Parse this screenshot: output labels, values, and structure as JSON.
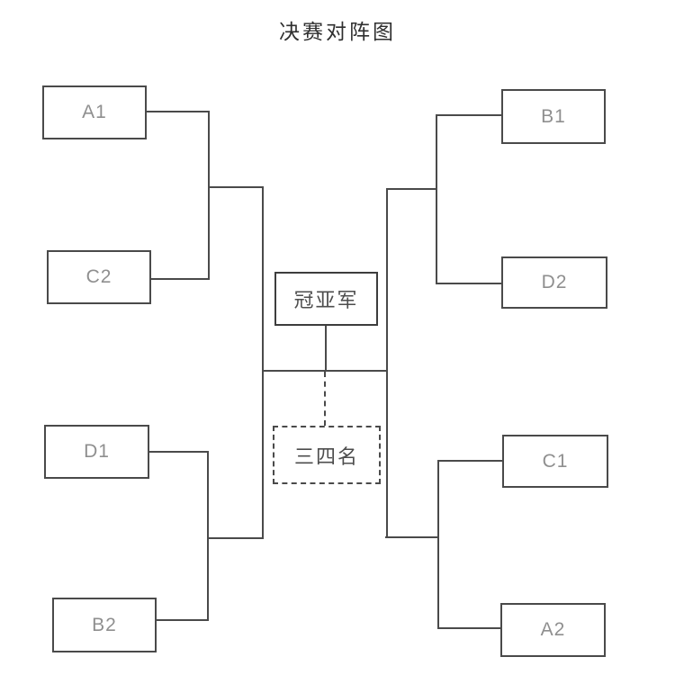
{
  "page": {
    "title": "决赛对阵图"
  },
  "bracket": {
    "teams": {
      "a1": "A1",
      "c2": "C2",
      "d1": "D1",
      "b2": "B2",
      "b1": "B1",
      "d2": "D2",
      "c1": "C1",
      "a2": "A2"
    },
    "final_label": "冠亚军",
    "third_place_label": "三四名",
    "semifinal_left_top": [
      "A1",
      "C2"
    ],
    "semifinal_left_bottom": [
      "D1",
      "B2"
    ],
    "semifinal_right_top": [
      "B1",
      "D2"
    ],
    "semifinal_right_bottom": [
      "C1",
      "A2"
    ]
  },
  "colors": {
    "line": "#4a4a4a",
    "box_border": "#4a4a4a",
    "team_text": "#8f8f8f",
    "center_text": "#4d4d4d",
    "title_text": "#2f2f2f",
    "background": "#ffffff"
  }
}
